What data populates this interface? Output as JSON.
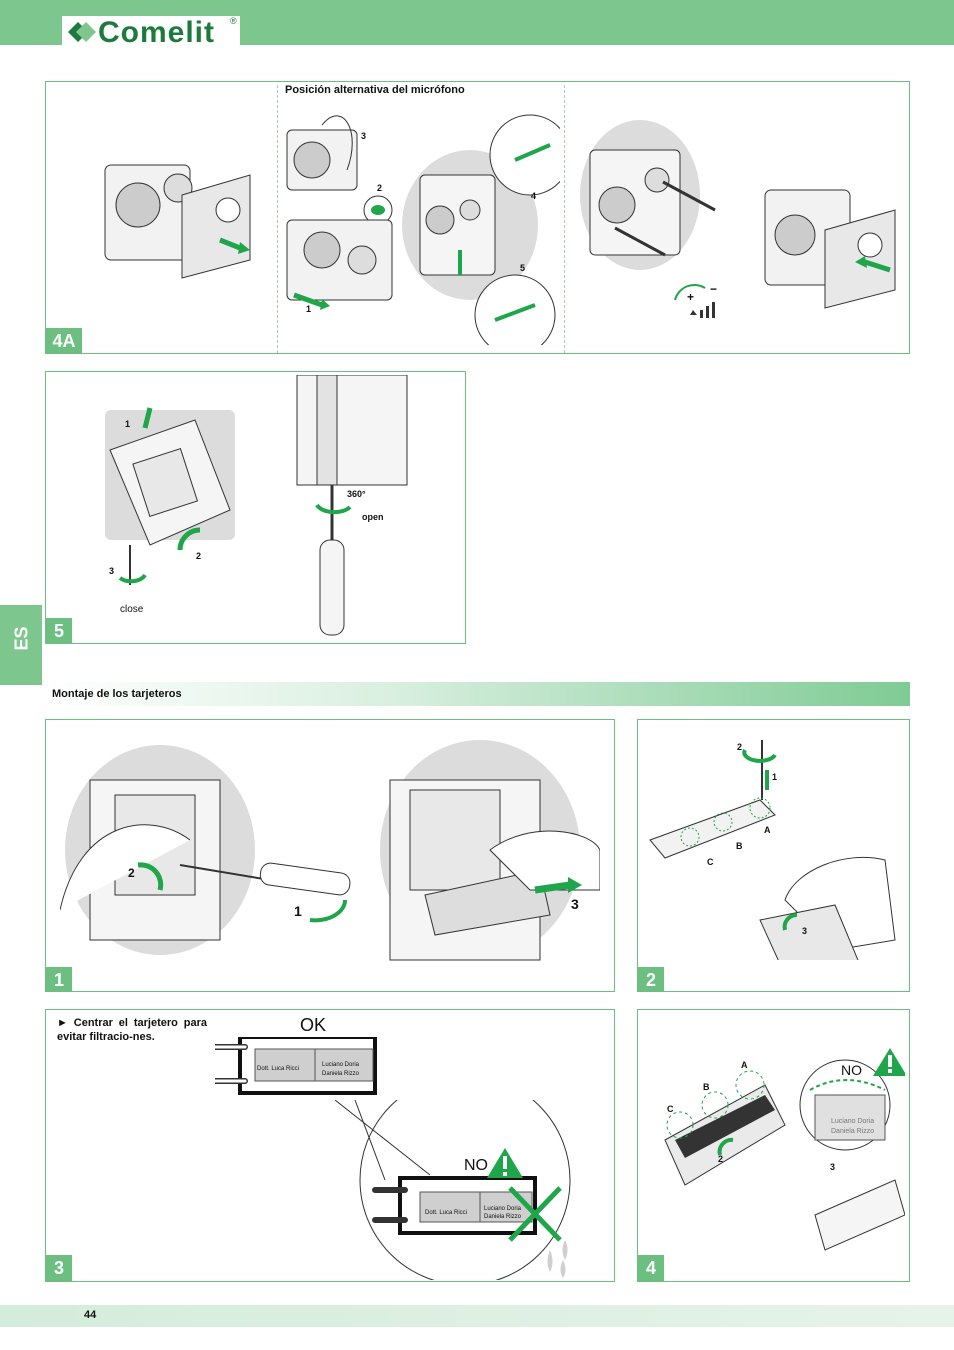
{
  "header": {
    "logo_text": "Comelit",
    "logo_mark": "®"
  },
  "side_tab": {
    "label": "ES"
  },
  "panel_4a": {
    "tag": "4A",
    "caption": "Posición alternativa del micrófono",
    "steps": [
      "1",
      "2",
      "3",
      "4",
      "5"
    ],
    "volume_plus": "+",
    "volume_minus": "−"
  },
  "panel_5": {
    "tag": "5",
    "steps": [
      "1",
      "2",
      "3"
    ],
    "close_label": "close",
    "angle_label": "360°",
    "open_label": "open"
  },
  "section": {
    "title": "Montaje de los tarjeteros"
  },
  "fig1": {
    "tag": "1",
    "steps": [
      "1",
      "2",
      "3"
    ]
  },
  "fig2": {
    "tag": "2",
    "steps": [
      "1",
      "2",
      "3"
    ],
    "letters": [
      "A",
      "B",
      "C"
    ]
  },
  "fig3": {
    "tag": "3",
    "note": "► Centrar el tarjetero para evitar filtracio-nes.",
    "ok_label": "OK",
    "no_label": "NO",
    "card_left": "Dott. Luca Ricci",
    "card_right_1": "Luciano Doria",
    "card_right_2": "Daniela Rizzo"
  },
  "fig4": {
    "tag": "4",
    "no_label": "NO",
    "letters": [
      "A",
      "B",
      "C"
    ],
    "steps": [
      "2",
      "3"
    ],
    "card_right_1": "Luciano Doria",
    "card_right_2": "Daniela Rizzo"
  },
  "footer": {
    "page_number": "44"
  },
  "colors": {
    "brand_green": "#7dc78f",
    "panel_border": "#6cbf80",
    "arrow_green": "#1fa54a"
  }
}
